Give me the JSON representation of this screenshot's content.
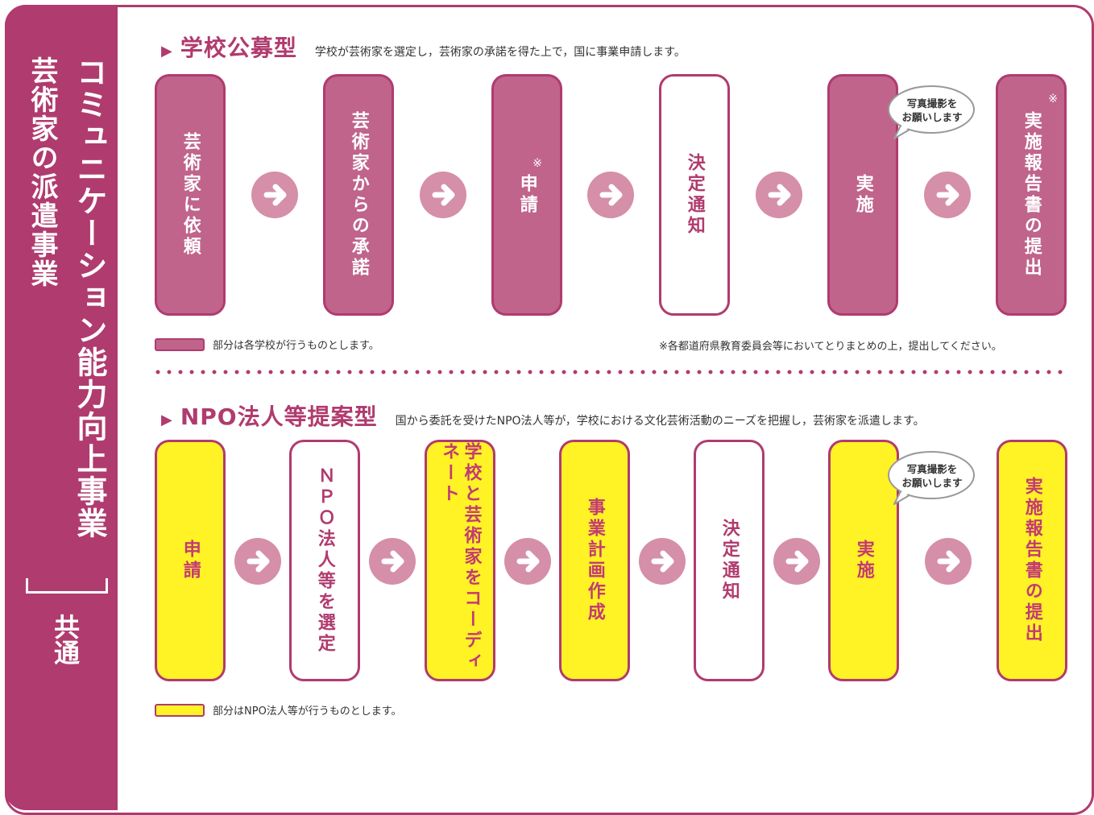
{
  "sidebar": {
    "subtitle": "芸術家の派遣事業",
    "title": "コミュニケーション能力向上事業",
    "common": "共通",
    "bg_color": "#b03b6e"
  },
  "section1": {
    "title": "学校公募型",
    "description": "学校が芸術家を選定し，芸術家の承諾を得た上で，国に事業申請します。",
    "steps": [
      {
        "label": "芸術家に依頼",
        "style": "pink"
      },
      {
        "label": "芸術家からの承諾",
        "style": "pink"
      },
      {
        "label": "申請",
        "style": "pink",
        "mark": "※"
      },
      {
        "label": "決定通知",
        "style": "white"
      },
      {
        "label": "実施",
        "style": "pink"
      },
      {
        "label": "実施報告書の提出",
        "style": "pink",
        "mark": "※"
      }
    ],
    "bubble": "写真撮影を\nお願いします",
    "legend": "部分は各学校が行うものとします。",
    "note": "※各都道府県教育委員会等においてとりまとめの上，提出してください。"
  },
  "section2": {
    "title": "NPO法人等提案型",
    "description": "国から委託を受けたNPO法人等が，学校における文化芸術活動のニーズを把握し，芸術家を派遣します。",
    "steps": [
      {
        "label": "申請",
        "style": "yellow"
      },
      {
        "label": "ＮＰＯ法人等を選定",
        "style": "white"
      },
      {
        "label": "学校と芸術家をコーディネート",
        "style": "yellow"
      },
      {
        "label": "事業計画作成",
        "style": "yellow"
      },
      {
        "label": "決定通知",
        "style": "white"
      },
      {
        "label": "実施",
        "style": "yellow"
      },
      {
        "label": "実施報告書の提出",
        "style": "yellow"
      }
    ],
    "bubble": "写真撮影を\nお願いします",
    "legend": "部分はNPO法人等が行うものとします。"
  },
  "colors": {
    "accent": "#b03b6e",
    "pink_box": "#c0648c",
    "yellow_box": "#fff225",
    "arrow": "#d58fa8"
  }
}
